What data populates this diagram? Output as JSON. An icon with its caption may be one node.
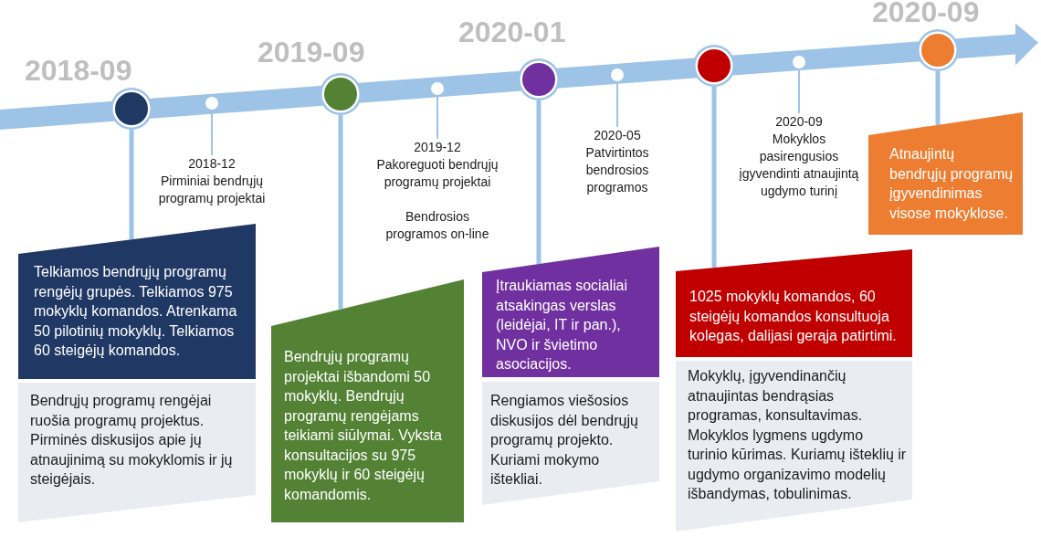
{
  "diagram": {
    "nodes": [
      {
        "text": [],
        "shape": "circle",
        "beside": [
          "2018-09"
        ]
      },
      {
        "text": [
          "Telkiamos bendrųjų programų rengėjų grupės. Telkiamos 975 mokyklų komandos. Atrenkama 50 pilotinių mokyklų. Telkiamos 60 steigėjų komandos."
        ]
      },
      {
        "text": [
          "Bendrųjų programų rengėjai ruošia programų projektus. Pirminės diskusijos apie jų atnaujinimą su mokyklomis ir jų steigėjais."
        ]
      },
      {
        "text": [],
        "shape": "circle"
      },
      {
        "text": [
          "2018-12",
          "Pirminiai bendrųjų programų projektai"
        ]
      },
      {
        "text": [],
        "shape": "circle",
        "beside": [
          "2019-09"
        ]
      },
      {
        "text": [
          "Bendrųjų programų projektai išbandomi 50 mokyklų. Bendrųjų programų rengėjams teikiami siūlymai. Vyksta konsultacijos su 975 mokyklų ir 60 steigėjų komandomis."
        ]
      },
      {
        "text": [],
        "shape": "circle"
      },
      {
        "text": [
          "2019-12",
          "Pakoreguoti bendrųjų programų projektai",
          "Bendrosios programos on-line"
        ]
      },
      {
        "text": [],
        "shape": "circle",
        "beside": [
          "2020-01"
        ]
      },
      {
        "text": [
          "Įtraukiamas socialiai atsakingas verslas (leidėjai, IT ir pan.), NVO ir švietimo asociacijos."
        ]
      },
      {
        "text": [
          "Rengiamos viešosios diskusijos dėl bendrųjų programų projekto. Kuriami mokymo ištekliai."
        ]
      },
      {
        "text": [],
        "shape": "circle"
      },
      {
        "text": [
          "2020-05",
          "Patvirtintos bendrosios programos"
        ]
      },
      {
        "text": [],
        "shape": "circle"
      },
      {
        "text": [
          "1025 mokyklų komandos, 60 steigėjų komandos konsultuoja kolegas, dalijasi gerąja patirtimi."
        ]
      },
      {
        "text": [
          "Mokyklų, įgyvendinančių atnaujintas bendrąsias programas, konsultavimas. Mokyklos lygmens ugdymo turinio kūrimas. Kuriamų išteklių ir ugdymo organizavimo modelių išbandymas, tobulinimas."
        ]
      },
      {
        "text": [],
        "shape": "circle"
      },
      {
        "text": [
          "2020-09",
          "Mokyklos pasirengusios įgyvendinti atnaujintą ugdymo turinį"
        ]
      },
      {
        "text": [],
        "shape": "circle",
        "beside": [
          "2020-09"
        ]
      },
      {
        "text": [
          "Atnaujintų bendrųjų programų įgyvendinimas visose mokyklose."
        ]
      }
    ],
    "edges": [
      {
        "from": 0,
        "to": 1,
        "arrow": "none"
      },
      {
        "from": 3,
        "to": 4,
        "arrow": "none"
      },
      {
        "from": 5,
        "to": 6,
        "arrow": "none"
      },
      {
        "from": 7,
        "to": 8,
        "arrow": "none"
      },
      {
        "from": 9,
        "to": 10,
        "arrow": "none"
      },
      {
        "from": 12,
        "to": 13,
        "arrow": "none"
      },
      {
        "from": 14,
        "to": 15,
        "arrow": "none"
      },
      {
        "from": 17,
        "to": 18,
        "arrow": "none"
      },
      {
        "from": 19,
        "to": 20,
        "arrow": "none"
      }
    ]
  }
}
